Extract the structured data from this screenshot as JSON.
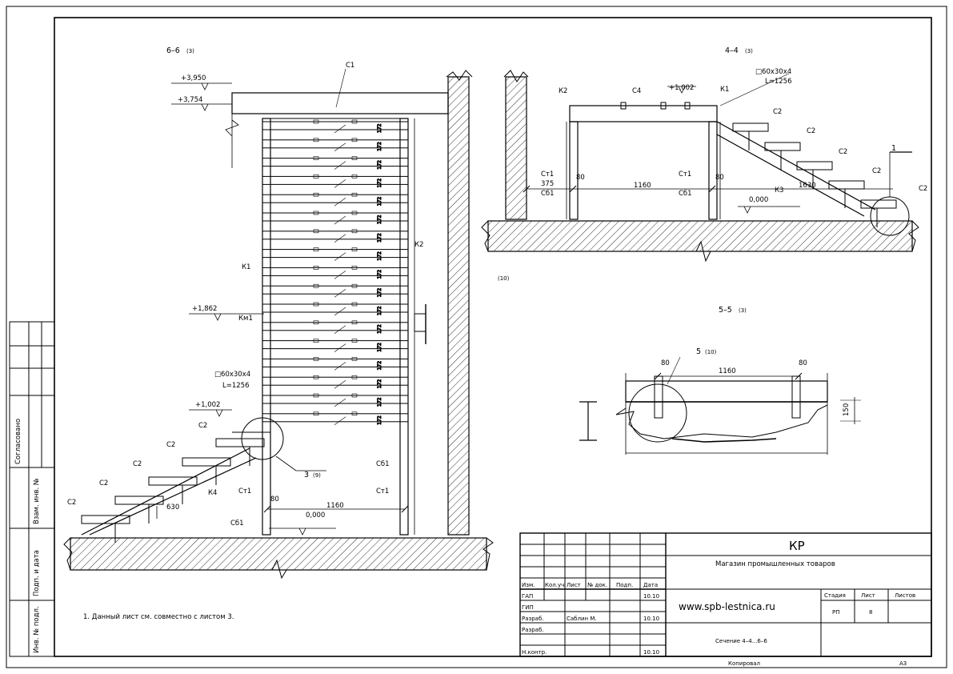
{
  "sections": {
    "s66": "6–6",
    "s66_ref": "(3)",
    "s44": "4–4",
    "s44_ref": "(3)",
    "s55": "5–5",
    "s55_ref": "(3)",
    "node3": "3",
    "node3_ref": "(9)",
    "node5": "5",
    "node5_ref": "(10)",
    "node1": "1",
    "sheet_ref_10": "(10)"
  },
  "levels": {
    "l3950": "+3,950",
    "l3754": "+3,754",
    "l1862": "+1,862",
    "l1002": "+1,002",
    "l1002b": "+1,002",
    "l0000": "0,000",
    "l0000b": "0,000"
  },
  "marks": {
    "c1": "С1",
    "c2": "С2",
    "c4": "С4",
    "k1": "К1",
    "k2": "К2",
    "k3": "К3",
    "k4": "К4",
    "km1": "Км1",
    "st1": "Ст1",
    "sb1": "Сб1",
    "profile": "□60х30х4",
    "length": "L=1256",
    "step172": "172"
  },
  "dims": {
    "d80": "80",
    "d1160": "1160",
    "d630": "630",
    "d375": "375",
    "d1630": "1630",
    "d150": "150"
  },
  "note": "1. Данный лист см. совместно с листом 3.",
  "side_stamp": {
    "soglasovano": "Согласовано",
    "vzam": "Взам. инв. №",
    "podp": "Подп. и дата",
    "inv": "Инв. № подл."
  },
  "title_block": {
    "code": "КР",
    "object": "Магазин промышленных товаров",
    "website": "www.spb-lestnica.ru",
    "sheet_title": "Сечение 4–4...6–6",
    "hdr_izm": "Изм.",
    "hdr_kuch": "Кол.уч.",
    "hdr_list": "Лист",
    "hdr_ndok": "№ док.",
    "hdr_podp": "Подп.",
    "hdr_data": "Дата",
    "gap": "ГАП",
    "gip": "ГИП",
    "razrab": "Разраб.",
    "razrab2": "Разраб.",
    "nkontr": "Н.контр.",
    "author": "Саблин М.",
    "date1": "10.10",
    "date2": "10.10",
    "date3": "10.10",
    "stadiya_lbl": "Стадия",
    "list_lbl": "Лист",
    "listov_lbl": "Листов",
    "stadiya": "РП",
    "list": "8",
    "kopiroval": "Копировал",
    "format": "А3"
  }
}
